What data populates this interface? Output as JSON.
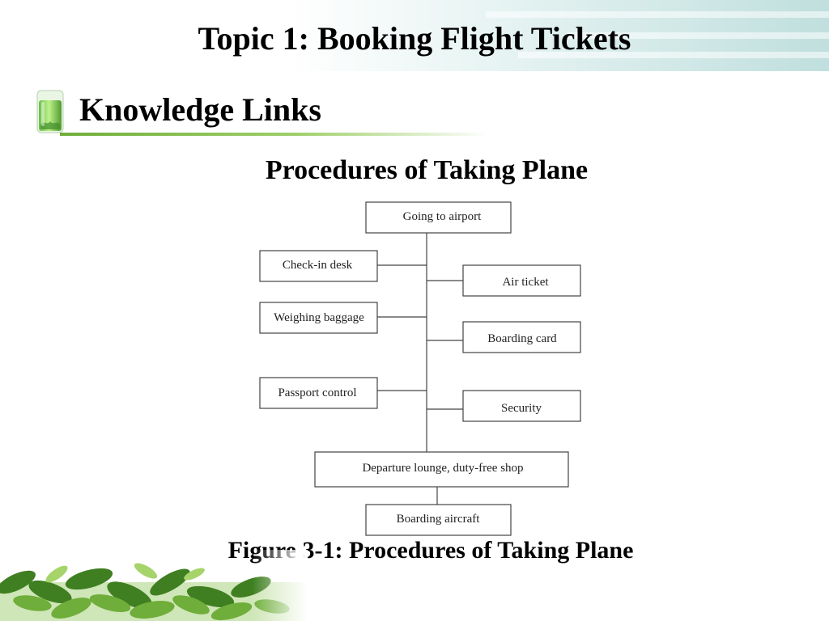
{
  "header": {
    "title": "Topic 1: Booking Flight Tickets"
  },
  "section": {
    "title": "Knowledge Links"
  },
  "diagram": {
    "title": "Procedures of Taking Plane",
    "caption": "Figure 3-1: Procedures of Taking Plane",
    "nodes": [
      {
        "id": "going-to-airport",
        "label": "Going to airport"
      },
      {
        "id": "check-in-desk",
        "label": "Check-in desk"
      },
      {
        "id": "air-ticket",
        "label": "Air ticket"
      },
      {
        "id": "weighing-baggage",
        "label": "Weighing baggage"
      },
      {
        "id": "boarding-card",
        "label": "Boarding card"
      },
      {
        "id": "passport-control",
        "label": "Passport control"
      },
      {
        "id": "security",
        "label": "Security"
      },
      {
        "id": "departure-lounge",
        "label": "Departure lounge, duty-free shop"
      },
      {
        "id": "boarding-aircraft",
        "label": "Boarding aircraft"
      }
    ],
    "edges": [
      {
        "from": "going-to-airport",
        "to": "departure-lounge"
      },
      {
        "from": "check-in-desk",
        "to": "spine"
      },
      {
        "from": "spine",
        "to": "air-ticket"
      },
      {
        "from": "weighing-baggage",
        "to": "spine"
      },
      {
        "from": "spine",
        "to": "boarding-card"
      },
      {
        "from": "passport-control",
        "to": "spine"
      },
      {
        "from": "spine",
        "to": "security"
      },
      {
        "from": "departure-lounge",
        "to": "boarding-aircraft"
      }
    ]
  },
  "colors": {
    "underline_green": "#6fae3a",
    "header_teal": "#aad4d2",
    "box_stroke": "#444444"
  }
}
